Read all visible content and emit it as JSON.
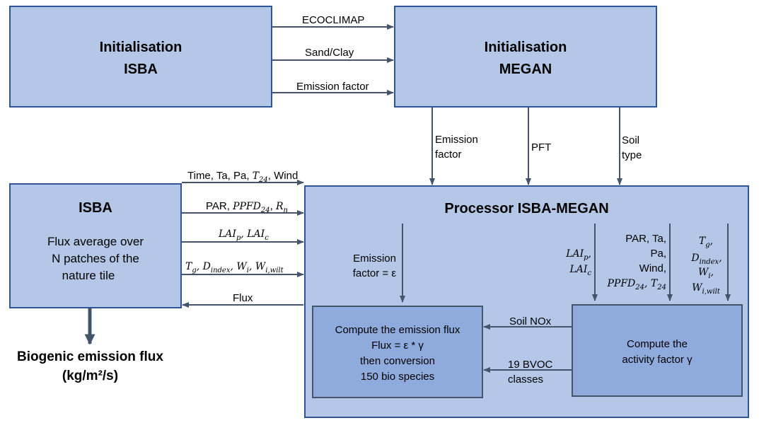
{
  "boxes": {
    "init_isba": {
      "line1": "Initialisation",
      "line2": "ISBA"
    },
    "init_megan": {
      "line1": "Initialisation",
      "line2": "MEGAN"
    },
    "isba": {
      "title": "ISBA",
      "desc1": "Flux average over",
      "desc2": "N patches of the",
      "desc3": "nature tile"
    },
    "processor": {
      "title": "Processor ISBA-MEGAN"
    },
    "emission_flux": {
      "line1": "Compute the emission flux",
      "line2": "Flux = ε * γ",
      "line3": "then conversion",
      "line4": "150 bio species"
    },
    "activity_factor": {
      "line1": "Compute the",
      "line2": "activity factor γ"
    }
  },
  "arrows": {
    "ecoclimap": "ECOCLIMAP",
    "sand_clay": "Sand/Clay",
    "emission_factor_top": "Emission factor",
    "emission_factor_down": [
      "Emission",
      "factor"
    ],
    "pft": "PFT",
    "soil_type": [
      "Soil",
      "type"
    ],
    "time_etc": "Time, Ta, Pa, T24, Wind",
    "par_etc": "PAR, PPFD24, Rn",
    "lai": "LAIp, LAIc",
    "tg_etc": "Tg, Dindex, Wi, Wi,wilt",
    "flux": "Flux",
    "emission_factor_eps": [
      "Emission",
      "factor = ε"
    ],
    "lai_vertical": [
      "LAIp,",
      "LAIc"
    ],
    "par_vertical": [
      "PAR, Ta,",
      "Pa,",
      "Wind,",
      "PPFD24, T24"
    ],
    "tg_vertical": [
      "Tg,",
      "Dindex,",
      "Wi,",
      "Wi,wilt"
    ],
    "soil_nox": "Soil NOx",
    "bvoc": [
      "19 BVOC",
      "classes"
    ]
  },
  "output": {
    "line1": "Biogenic emission flux",
    "line2": "(kg/m²/s)"
  },
  "colors": {
    "box_fill": "#b4c7e7",
    "box_border": "#2f5597",
    "inner_fill": "#8faadc",
    "arrow": "#44546a"
  }
}
